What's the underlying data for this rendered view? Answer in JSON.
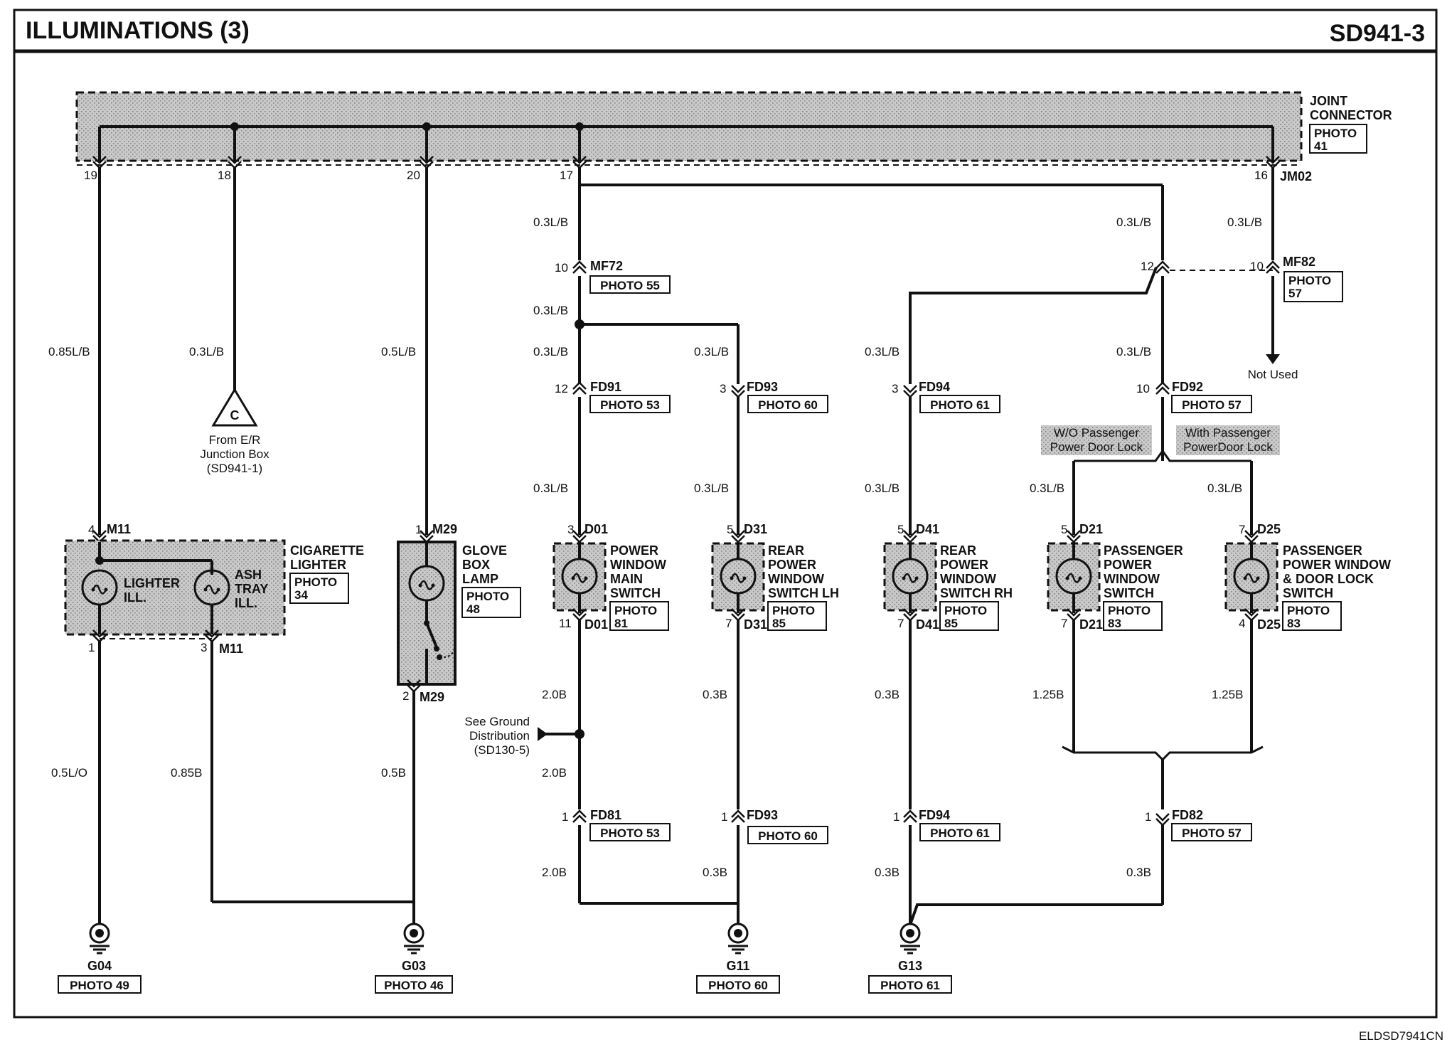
{
  "header": {
    "title": "ILLUMINATIONS (3)",
    "code": "SD941-3"
  },
  "footer_code": "ELDSD7941CN",
  "joint_connector": {
    "label_line1": "JOINT",
    "label_line2": "CONNECTOR",
    "photo_line1": "PHOTO",
    "photo_line2": "41",
    "connector": "JM02",
    "pins": [
      "19",
      "18",
      "20",
      "17",
      "16"
    ]
  },
  "wires": {
    "w1_top": "0.85L/B",
    "w2_top": "0.3L/B",
    "w3_top": "0.5L/B",
    "w4_a": "0.3L/B",
    "w4_b": "0.3L/B",
    "w4_c": "0.3L/B",
    "w4_d": "0.3L/B",
    "w4_bot1": "2.0B",
    "w4_bot2": "2.0B",
    "w4_bot3": "2.0B",
    "w5_a": "0.3L/B",
    "w5_b": "0.3L/B",
    "w5_bot1": "0.3B",
    "w5_bot2": "0.3B",
    "w6_a": "0.3L/B",
    "w6_b": "0.3L/B",
    "w6_bot1": "0.3B",
    "w6_bot2": "0.3B",
    "w7_a": "0.3L/B",
    "w7_b": "0.3L/B",
    "w7_bot": "0.3B",
    "w8_a": "0.3L/B",
    "w9_a": "0.3L/B",
    "w9_bot": "1.25B",
    "w10_a": "0.3L/B",
    "w10_bot": "1.25B",
    "lighter_bot1": "0.5L/O",
    "lighter_bot2": "0.85B",
    "glove_bot": "0.5B"
  },
  "connectors": {
    "mf72": {
      "name": "MF72",
      "pin": "10",
      "photo": "PHOTO 55"
    },
    "mf82": {
      "name": "MF82",
      "pin": "10",
      "photo_line1": "PHOTO",
      "photo_line2": "57"
    },
    "split_pin": "12",
    "not_used": "Not Used",
    "fd91": {
      "name": "FD91",
      "pin": "12",
      "photo": "PHOTO 53"
    },
    "fd93": {
      "name": "FD93",
      "pin": "3",
      "photo": "PHOTO 60"
    },
    "fd94": {
      "name": "FD94",
      "pin": "3",
      "photo": "PHOTO 61"
    },
    "fd92": {
      "name": "FD92",
      "pin": "10",
      "photo": "PHOTO 57"
    },
    "fd81": {
      "name": "FD81",
      "pin": "1",
      "photo": "PHOTO 53"
    },
    "fd93b": {
      "name": "FD93",
      "pin": "1",
      "photo": "PHOTO 60"
    },
    "fd94b": {
      "name": "FD94",
      "pin": "1",
      "photo": "PHOTO 61"
    },
    "fd82": {
      "name": "FD82",
      "pin": "1",
      "photo": "PHOTO 57"
    }
  },
  "junction": {
    "symbol": "C",
    "line1": "From E/R",
    "line2": "Junction Box",
    "line3": "(SD941-1)"
  },
  "ground_dist": {
    "line1": "See Ground",
    "line2": "Distribution",
    "line3": "(SD130-5)"
  },
  "options": {
    "wo_line1": "W/O Passenger",
    "wo_line2": "Power Door Lock",
    "w_line1": "With Passenger",
    "w_line2": "PowerDoor Lock"
  },
  "components": {
    "cig": {
      "name_line1": "CIGARETTE",
      "name_line2": "LIGHTER",
      "photo_line1": "PHOTO",
      "photo_line2": "34",
      "lamp1_line1": "LIGHTER",
      "lamp1_line2": "ILL.",
      "lamp2_line1": "ASH",
      "lamp2_line2": "TRAY",
      "lamp2_line3": "ILL.",
      "conn": "M11",
      "pin_top": "4",
      "pin_b1": "1",
      "pin_b2": "3"
    },
    "glove": {
      "name_line1": "GLOVE",
      "name_line2": "BOX",
      "name_line3": "LAMP",
      "photo_line1": "PHOTO",
      "photo_line2": "48",
      "conn": "M29",
      "pin_top": "1",
      "pin_bot": "2"
    },
    "d01": {
      "name_line1": "POWER",
      "name_line2": "WINDOW",
      "name_line3": "MAIN",
      "name_line4": "SWITCH",
      "photo_line1": "PHOTO",
      "photo_line2": "81",
      "conn": "D01",
      "pin_top": "3",
      "pin_bot": "11"
    },
    "d31": {
      "name_line1": "REAR",
      "name_line2": "POWER",
      "name_line3": "WINDOW",
      "name_line4": "SWITCH LH",
      "photo_line1": "PHOTO",
      "photo_line2": "85",
      "conn": "D31",
      "pin_top": "5",
      "pin_bot": "7"
    },
    "d41": {
      "name_line1": "REAR",
      "name_line2": "POWER",
      "name_line3": "WINDOW",
      "name_line4": "SWITCH RH",
      "photo_line1": "PHOTO",
      "photo_line2": "85",
      "conn": "D41",
      "pin_top": "5",
      "pin_bot": "7"
    },
    "d21": {
      "name_line1": "PASSENGER",
      "name_line2": "POWER",
      "name_line3": "WINDOW",
      "name_line4": "SWITCH",
      "photo_line1": "PHOTO",
      "photo_line2": "83",
      "conn": "D21",
      "pin_top": "5",
      "pin_bot": "7"
    },
    "d25": {
      "name_line1": "PASSENGER",
      "name_line2": "POWER WINDOW",
      "name_line3": "& DOOR LOCK",
      "name_line4": "SWITCH",
      "photo_line1": "PHOTO",
      "photo_line2": "83",
      "conn": "D25",
      "pin_top": "7",
      "pin_bot": "4"
    }
  },
  "grounds": [
    {
      "name": "G04",
      "photo": "PHOTO 49"
    },
    {
      "name": "G03",
      "photo": "PHOTO 46"
    },
    {
      "name": "G11",
      "photo": "PHOTO 60"
    },
    {
      "name": "G13",
      "photo": "PHOTO 61"
    }
  ]
}
